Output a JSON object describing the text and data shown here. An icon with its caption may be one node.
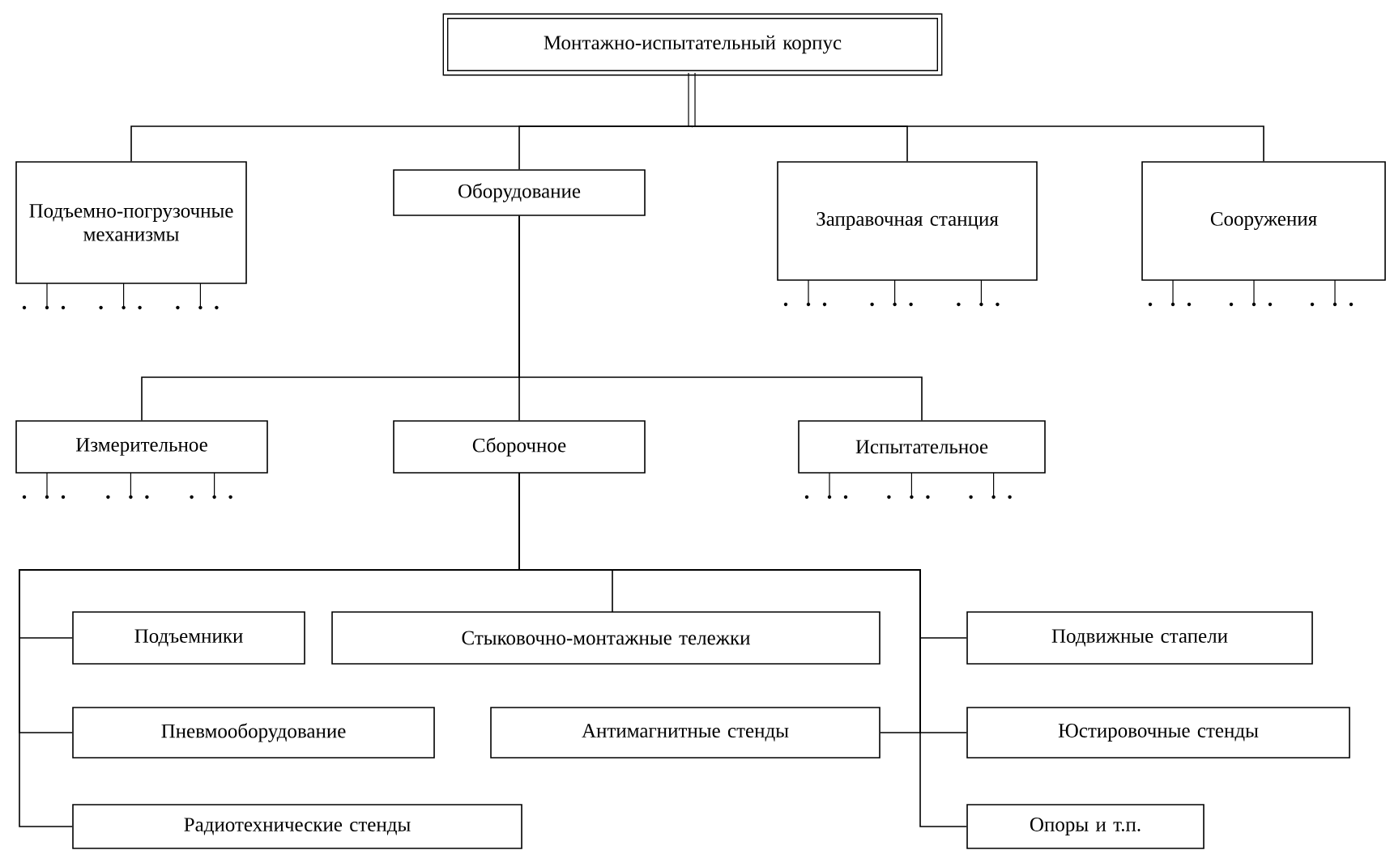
{
  "diagram": {
    "nodes": [
      {
        "text": [
          "Монтажно-испытательный корпус"
        ]
      },
      {
        "text": [
          "Подъемно-погрузочные механизмы"
        ]
      },
      {
        "text": [
          "Оборудование"
        ]
      },
      {
        "text": [
          "Заправочная станция"
        ]
      },
      {
        "text": [
          "Сооружения"
        ]
      },
      {
        "text": [
          "Измерительное"
        ]
      },
      {
        "text": [
          "Сборочное"
        ]
      },
      {
        "text": [
          "Испытательное"
        ]
      },
      {
        "text": [
          "Подъемники"
        ]
      },
      {
        "text": [
          "Стыковочно-монтажные тележки"
        ]
      },
      {
        "text": [
          "Подвижные стапели"
        ]
      },
      {
        "text": [
          "Пневмооборудование"
        ]
      },
      {
        "text": [
          "Антимагнитные стенды"
        ]
      },
      {
        "text": [
          "Юстировочные стенды"
        ]
      },
      {
        "text": [
          "Радиотехнические стенды"
        ]
      },
      {
        "text": [
          "Опоры и т.п."
        ]
      }
    ],
    "edges": [
      {
        "from": 0,
        "to": 1,
        "arrow": "none"
      },
      {
        "from": 0,
        "to": 2,
        "arrow": "none"
      },
      {
        "from": 0,
        "to": 3,
        "arrow": "none"
      },
      {
        "from": 0,
        "to": 4,
        "arrow": "none"
      },
      {
        "from": 2,
        "to": 5,
        "arrow": "none"
      },
      {
        "from": 2,
        "to": 6,
        "arrow": "none"
      },
      {
        "from": 2,
        "to": 7,
        "arrow": "none"
      },
      {
        "from": 6,
        "to": 8,
        "arrow": "none"
      },
      {
        "from": 6,
        "to": 9,
        "arrow": "none"
      },
      {
        "from": 6,
        "to": 10,
        "arrow": "none"
      },
      {
        "from": 6,
        "to": 11,
        "arrow": "none"
      },
      {
        "from": 6,
        "to": 12,
        "arrow": "none"
      },
      {
        "from": 6,
        "to": 13,
        "arrow": "none"
      },
      {
        "from": 6,
        "to": 14,
        "arrow": "none"
      },
      {
        "from": 6,
        "to": 15,
        "arrow": "none"
      }
    ]
  }
}
